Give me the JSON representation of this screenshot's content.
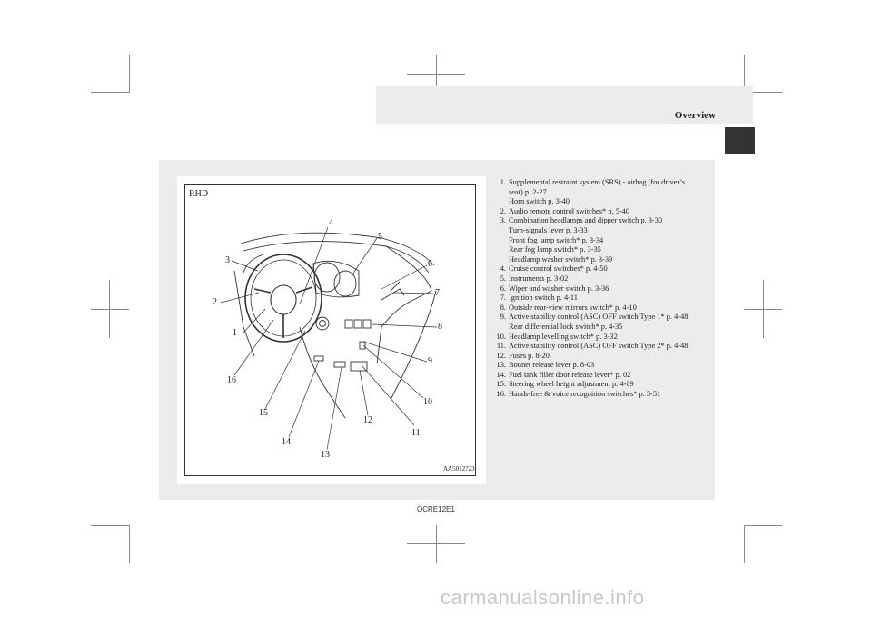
{
  "header": {
    "title": "Overview"
  },
  "figure": {
    "variant_label": "RHD",
    "image_code": "AA5012723",
    "callouts": [
      "1",
      "2",
      "3",
      "4",
      "5",
      "6",
      "7",
      "8",
      "9",
      "10",
      "11",
      "12",
      "13",
      "14",
      "15",
      "16"
    ]
  },
  "items": [
    {
      "num": "1.",
      "lines": [
        "Supplemental restraint system (SRS) - airbag (for driver’s",
        "seat) p. 2-27",
        "Horn switch p. 3-40"
      ]
    },
    {
      "num": "2.",
      "lines": [
        "Audio remote control switches* p. 5-40"
      ]
    },
    {
      "num": "3.",
      "lines": [
        "Combination headlamps and dipper switch p. 3-30",
        "Turn-signals lever p. 3-33",
        "Front fog lamp switch* p. 3-34",
        "Rear fog lamp switch* p. 3-35",
        "Headlamp washer switch* p. 3-39"
      ]
    },
    {
      "num": "4.",
      "lines": [
        "Cruise control switches* p. 4-50"
      ]
    },
    {
      "num": "5.",
      "lines": [
        "Instruments p. 3-02"
      ]
    },
    {
      "num": "6.",
      "lines": [
        "Wiper and washer switch p. 3-36"
      ]
    },
    {
      "num": "7.",
      "lines": [
        "Ignition switch p. 4-11"
      ]
    },
    {
      "num": "8.",
      "lines": [
        "Outside rear-view mirrors switch* p. 4-10"
      ]
    },
    {
      "num": "9.",
      "lines": [
        "Active stability control (ASC) OFF switch Type 1* p. 4-48",
        "Rear differential lock switch* p. 4-35"
      ]
    },
    {
      "num": "10.",
      "lines": [
        "Headlamp levelling switch* p. 3-32"
      ]
    },
    {
      "num": "11.",
      "lines": [
        "Active stability control (ASC) OFF switch Type 2* p. 4-48"
      ]
    },
    {
      "num": "12.",
      "lines": [
        "Fuses p. 8-20"
      ]
    },
    {
      "num": "13.",
      "lines": [
        "Bonnet release lever p. 8-03"
      ]
    },
    {
      "num": "14.",
      "lines": [
        "Fuel tank filler door release lever* p. 02"
      ]
    },
    {
      "num": "15.",
      "lines": [
        "Steering wheel height adjustment p. 4-09"
      ]
    },
    {
      "num": "16.",
      "lines": [
        "Hands-free & voice recognition switches* p. 5-51"
      ]
    }
  ],
  "footer": {
    "code": "OCRE12E1"
  },
  "watermark": {
    "text": "carmanualsonline.info"
  }
}
